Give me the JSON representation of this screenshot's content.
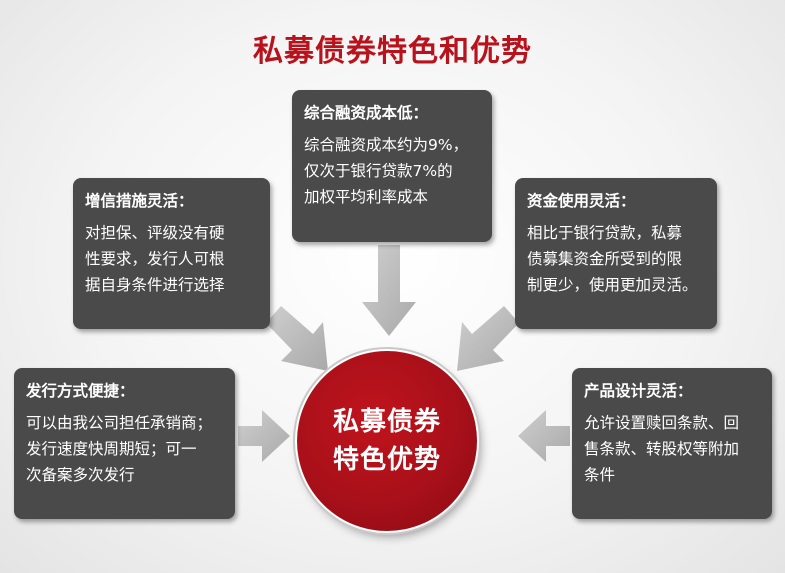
{
  "title": "私募债券特色和优势",
  "center": {
    "line1": "私募债券",
    "line2": "特色优势"
  },
  "boxes": {
    "cost": {
      "heading": "综合融资成本低：",
      "body": "综合融资成本约为9%，\n仅次于银行贷款7%的\n加权平均利率成本"
    },
    "credit": {
      "heading": "增信措施灵活：",
      "body": "对担保、评级没有硬\n性要求，发行人可根\n据自身条件进行选择"
    },
    "funds": {
      "heading": "资金使用灵活：",
      "body": "相比于银行贷款，私募\n债募集资金所受到的限\n制更少，使用更加灵活。"
    },
    "issuance": {
      "heading": "发行方式便捷：",
      "body": "可以由我公司担任承销商；\n发行速度快周期短；可一\n次备案多次发行"
    },
    "design": {
      "heading": "产品设计灵活：",
      "body": "允许设置赎回条款、回\n售条款、转股权等附加\n条件"
    }
  },
  "colors": {
    "title": "#b8121c",
    "box": "#4a4a4a",
    "circle": "#a8101a",
    "arrow": "#b8b8b8"
  }
}
